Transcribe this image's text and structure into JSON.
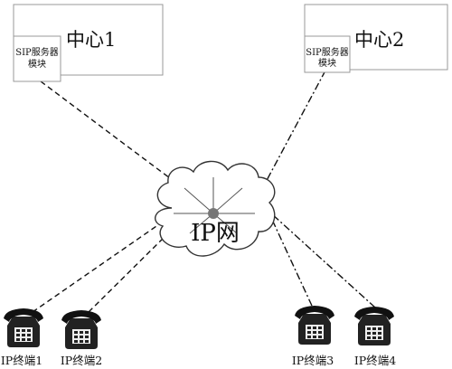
{
  "diagram": {
    "centers": [
      {
        "title": "中心1",
        "sip_line1": "SIP服务器",
        "sip_line2": "模块"
      },
      {
        "title": "中心2",
        "sip_line1": "SIP服务器",
        "sip_line2": "模块"
      }
    ],
    "network": {
      "label": "IP网"
    },
    "terminals": [
      {
        "label": "IP终端1"
      },
      {
        "label": "IP终端2"
      },
      {
        "label": "IP终端3"
      },
      {
        "label": "IP终端4"
      }
    ]
  }
}
